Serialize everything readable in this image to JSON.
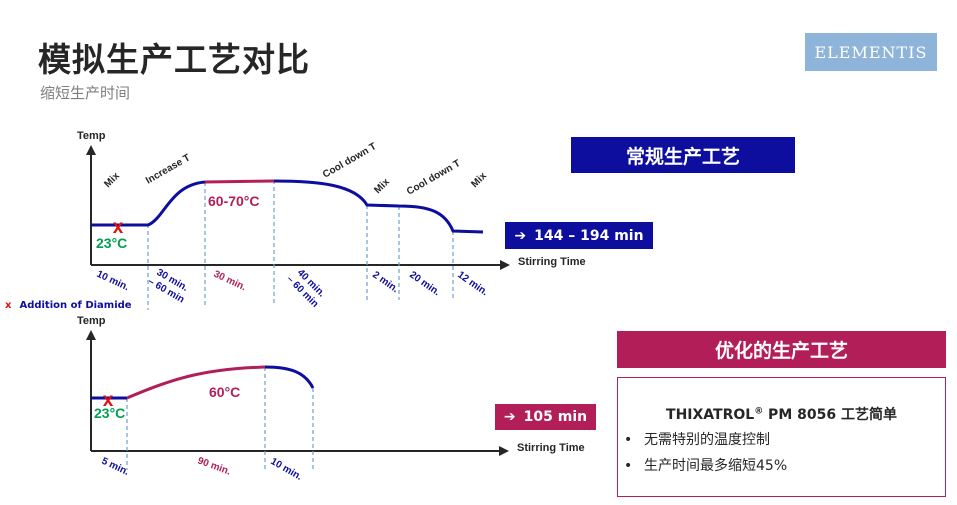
{
  "title": "模拟生产工艺对比",
  "subtitle": "缩短生产时间",
  "logo_text": "ELEMENTIS",
  "conventional": {
    "label": "常规生产工艺",
    "total_time": "144 – 194 min",
    "y_axis_label": "Temp",
    "x_axis_label": "Stirring Time",
    "phases": [
      "Mix",
      "Increase T",
      "Cool down T",
      "Mix",
      "Cool down T",
      "Mix"
    ],
    "durations": [
      "10 min.",
      "30 min.\n– 60 min",
      "30 min.",
      "40 min.\n– 60 min",
      "2 min.",
      "20 min.",
      "12 min."
    ],
    "start_temp": "23°C",
    "plateau_temp": "60-70°C"
  },
  "legend": {
    "marker": "x",
    "text": "Addition of Diamide"
  },
  "optimized": {
    "label": "优化的生产工艺",
    "total_time": "105 min",
    "y_axis_label": "Temp",
    "x_axis_label": "Stirring Time",
    "durations": [
      "5 min.",
      "90 min.",
      "10 min."
    ],
    "start_temp": "23°C",
    "plateau_temp": "60°C"
  },
  "features": {
    "title_prefix": "THIXATROL",
    "title_sup": "®",
    "title_suffix": " PM 8056 工艺简单",
    "items": [
      "无需特别的温度控制",
      "生产时间最多缩短45%"
    ]
  },
  "colors": {
    "navy": "#0d0d9e",
    "maroon": "#b21f58",
    "green": "#00a050",
    "red": "#e01010",
    "dash": "#6fa0d0",
    "logo_bg": "#8fb4d9"
  }
}
